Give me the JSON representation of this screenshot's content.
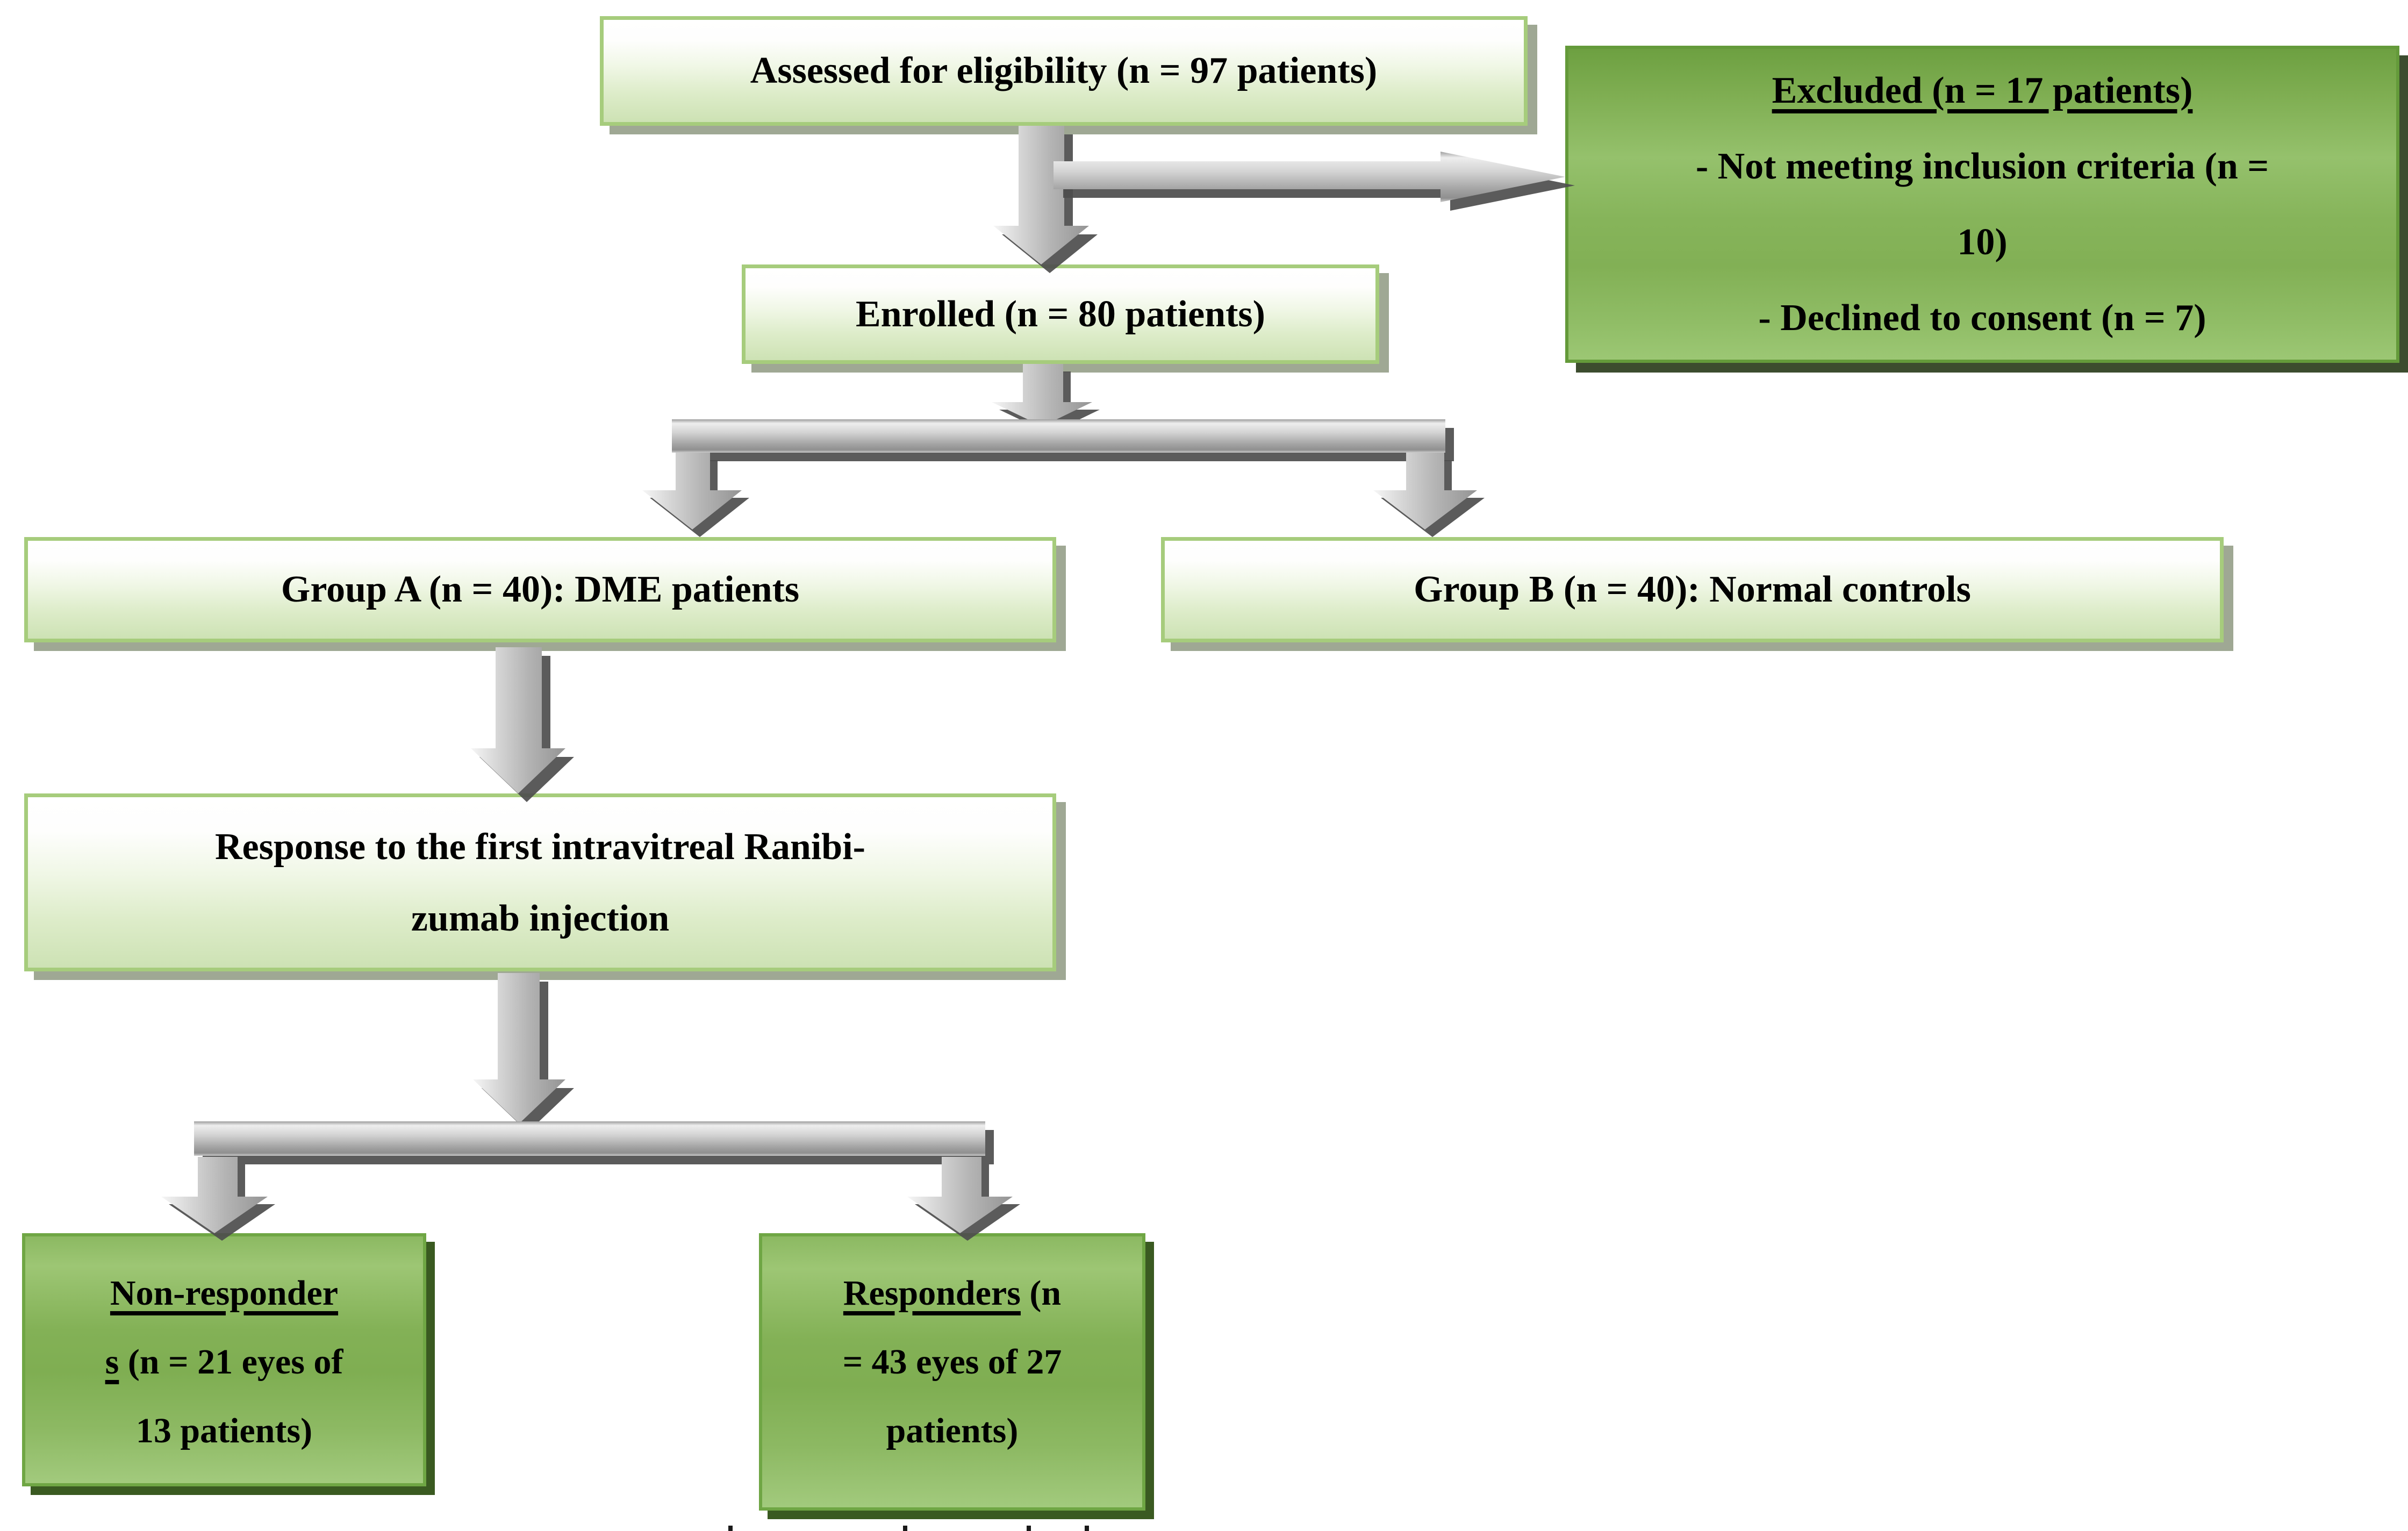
{
  "figure": {
    "type": "patient-flow-diagram",
    "background": "#ffffff",
    "cropped_caption_mark_count": 4
  },
  "boxes": {
    "assessed": {
      "label": "Assessed for eligibility (n = 97 patients)"
    },
    "excluded": {
      "title": "Excluded (n = 17 patients)",
      "lines": [
        "- Not meeting inclusion criteria (n =",
        "10)",
        "- Declined to consent (n = 7)"
      ]
    },
    "enrolled": {
      "label": "Enrolled (n = 80 patients)"
    },
    "group_a": {
      "label": "Group A (n = 40): DME patients"
    },
    "group_b": {
      "label": "Group B (n = 40): Normal controls"
    },
    "response": {
      "line1": "Response to the first intravitreal Ranibi-",
      "line2": "zumab injection"
    },
    "non_responders": {
      "line1_underlined": "Non-responder",
      "line2_underlined": "s",
      "line2_rest": "(n = 21 eyes of",
      "line3": "13 patients)"
    },
    "responders": {
      "line1_underlined": "Responders",
      "line1_rest": "(n",
      "line2": "= 43 eyes of 27",
      "line3": "patients)"
    }
  },
  "palette": {
    "light_box_border": "#a6cc7c",
    "light_box_fill_top": "#ffffff",
    "light_box_fill_bottom": "#cde2b4",
    "light_box_shadow": "#9fa894",
    "dark_box_border": "#6fa644",
    "dark_box_fill_mid": "#84b157",
    "dark_box_shadow": "#3a5a21",
    "excluded_border": "#649a3a",
    "excluded_shadow": "#3c4c2e",
    "arrow_light": "#f6f6f6",
    "arrow_mid": "#b4b4b4",
    "arrow_dark": "#949494",
    "arrow_shadow": "#4d4d4d",
    "text": "#000000"
  }
}
